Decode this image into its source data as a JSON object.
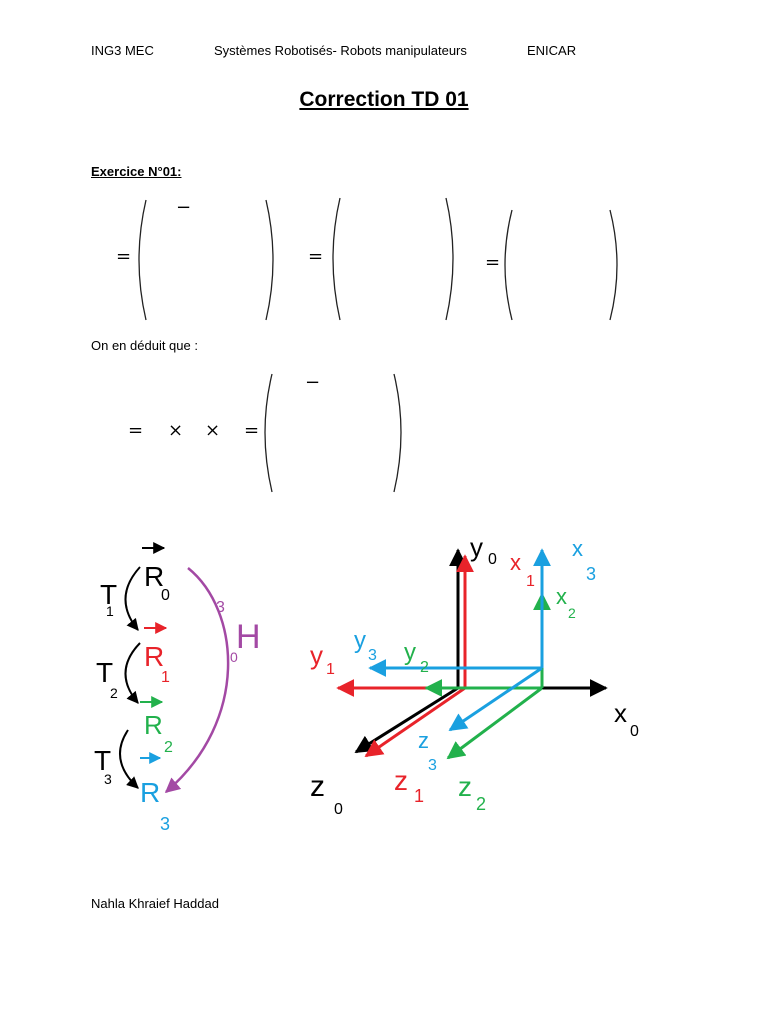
{
  "header": {
    "left": "ING3 MEC",
    "center": "Systèmes Robotisés- Robots manipulateurs",
    "right": "ENICAR"
  },
  "title": "Correction TD 01",
  "exercise_title": "Exercice N°01:",
  "deduction_text": "On en déduit que :",
  "math": {
    "eq_sign": "=",
    "minus_sign": "−",
    "times_sign": "×"
  },
  "diagram_left": {
    "frames": [
      "R",
      "R",
      "R",
      "R"
    ],
    "frame_subscripts": [
      "0",
      "1",
      "2",
      "3"
    ],
    "transforms": [
      "T",
      "T",
      "T"
    ],
    "transform_subscripts": [
      "1",
      "2",
      "3"
    ],
    "composite_label": "H",
    "composite_super": "3",
    "composite_sub": "0"
  },
  "diagram_right": {
    "x_labels": [
      {
        "name": "x",
        "sub": "0"
      },
      {
        "name": "x",
        "sub": "1"
      },
      {
        "name": "x",
        "sub": "2"
      },
      {
        "name": "x",
        "sub": "3"
      }
    ],
    "y_labels": [
      {
        "name": "y",
        "sub": "0"
      },
      {
        "name": "y",
        "sub": "1"
      },
      {
        "name": "y",
        "sub": "2"
      },
      {
        "name": "y",
        "sub": "3"
      }
    ],
    "z_labels": [
      {
        "name": "z",
        "sub": "0"
      },
      {
        "name": "z",
        "sub": "1"
      },
      {
        "name": "z",
        "sub": "2"
      },
      {
        "name": "z",
        "sub": "3"
      }
    ]
  },
  "colors": {
    "frame0": "#000000",
    "frame1": "#e8232a",
    "frame2": "#22b14c",
    "frame3": "#1aa0e0",
    "composite": "#a349a4"
  },
  "footer": {
    "author": "Nahla Khraief Haddad"
  }
}
